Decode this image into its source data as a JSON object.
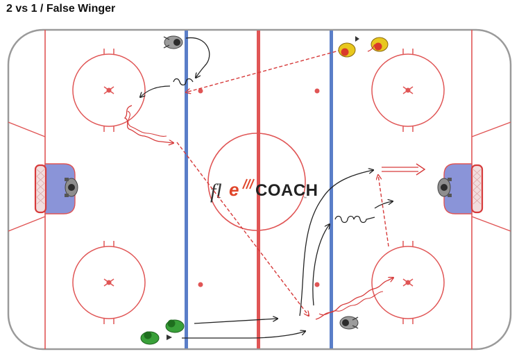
{
  "title": "2 vs 1 / False Winger",
  "logo": {
    "prefix": "fl",
    "accent": "e",
    "word": "COACH",
    "tm": "™"
  },
  "colors": {
    "red_line": "#e05555",
    "blue_line": "#5a7ec8",
    "crease": "#8a94d8",
    "board": "#999999",
    "forward": "#e8c81e",
    "forward_accent": "#d93a2a",
    "defender": "#39a039",
    "goalie": "#8a8a8a",
    "pass_line": "#d63a3a",
    "skate_line": "#222222"
  },
  "players": {
    "forwards": 2,
    "defenders": 2,
    "goalies": 2,
    "coaches": 2
  }
}
